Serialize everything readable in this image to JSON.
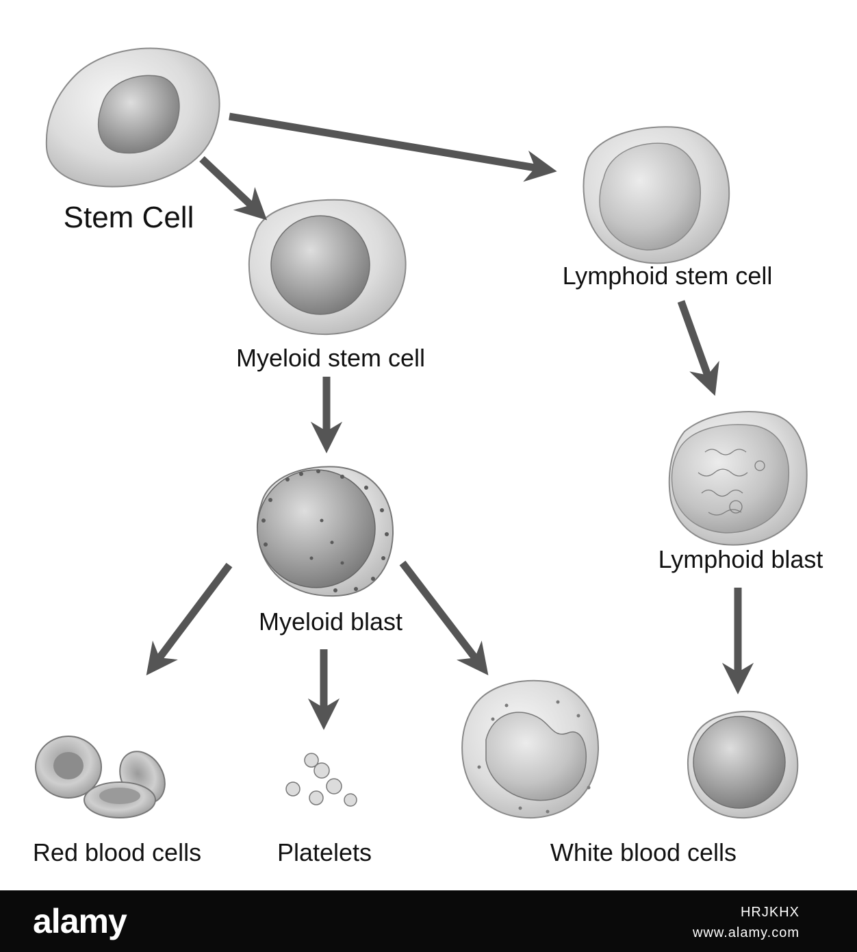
{
  "labels": {
    "stem_cell": "Stem Cell",
    "myeloid_stem_cell": "Myeloid stem cell",
    "lymphoid_stem_cell": "Lymphoid stem cell",
    "myeloid_blast": "Myeloid blast",
    "lymphoid_blast": "Lymphoid blast",
    "red_blood_cells": "Red blood cells",
    "platelets": "Platelets",
    "white_blood_cells": "White blood cells"
  },
  "footer": {
    "brand": "alamy",
    "image_id": "HRJKHX",
    "site": "www.alamy.com"
  },
  "colors": {
    "arrow": "#555555",
    "cell_outline": "#8a8a8a",
    "footer_bg": "#0a0a0a"
  }
}
